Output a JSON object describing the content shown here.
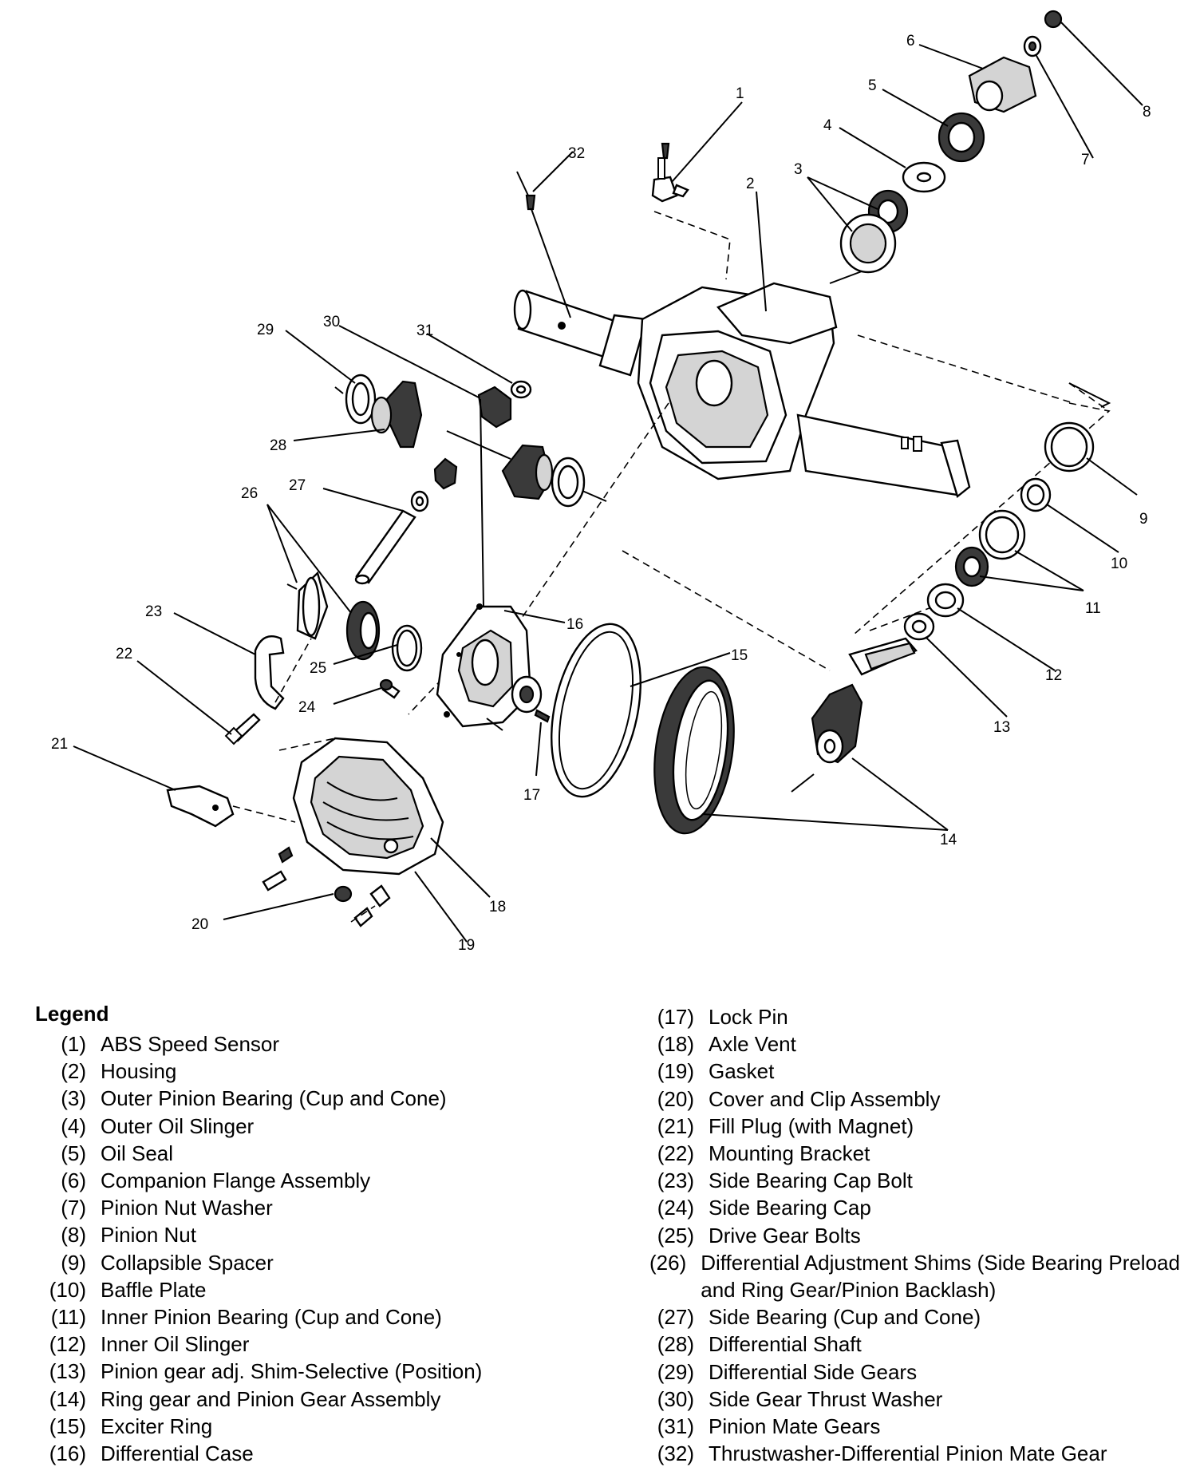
{
  "callouts": [
    "1",
    "2",
    "3",
    "4",
    "5",
    "6",
    "7",
    "8",
    "9",
    "10",
    "11",
    "12",
    "13",
    "14",
    "15",
    "16",
    "17",
    "18",
    "19",
    "20",
    "21",
    "22",
    "23",
    "24",
    "25",
    "26",
    "27",
    "28",
    "29",
    "30",
    "31",
    "32"
  ],
  "legend": {
    "title": "Legend",
    "items": [
      {
        "num": "(1)",
        "label": "ABS Speed Sensor"
      },
      {
        "num": "(2)",
        "label": "Housing"
      },
      {
        "num": "(3)",
        "label": "Outer Pinion Bearing (Cup and Cone)"
      },
      {
        "num": "(4)",
        "label": "Outer Oil Slinger"
      },
      {
        "num": "(5)",
        "label": "Oil Seal"
      },
      {
        "num": "(6)",
        "label": "Companion Flange Assembly"
      },
      {
        "num": "(7)",
        "label": "Pinion Nut Washer"
      },
      {
        "num": "(8)",
        "label": "Pinion Nut"
      },
      {
        "num": "(9)",
        "label": "Collapsible Spacer"
      },
      {
        "num": "(10)",
        "label": "Baffle Plate"
      },
      {
        "num": "(11)",
        "label": "Inner Pinion Bearing (Cup and Cone)"
      },
      {
        "num": "(12)",
        "label": "Inner Oil Slinger"
      },
      {
        "num": "(13)",
        "label": "Pinion gear adj. Shim-Selective (Position)"
      },
      {
        "num": "(14)",
        "label": "Ring gear and Pinion Gear Assembly"
      },
      {
        "num": "(15)",
        "label": "Exciter Ring"
      },
      {
        "num": "(16)",
        "label": "Differential Case"
      },
      {
        "num": "(17)",
        "label": "Lock Pin"
      },
      {
        "num": "(18)",
        "label": "Axle Vent"
      },
      {
        "num": "(19)",
        "label": "Gasket"
      },
      {
        "num": "(20)",
        "label": "Cover and Clip Assembly"
      },
      {
        "num": "(21)",
        "label": "Fill Plug (with Magnet)"
      },
      {
        "num": "(22)",
        "label": "Mounting Bracket"
      },
      {
        "num": "(23)",
        "label": "Side Bearing Cap Bolt"
      },
      {
        "num": "(24)",
        "label": "Side Bearing Cap"
      },
      {
        "num": "(25)",
        "label": "Drive Gear Bolts"
      },
      {
        "num": "(26)",
        "label": "Differential Adjustment Shims (Side Bearing Preload and Ring Gear/Pinion Backlash)"
      },
      {
        "num": "(27)",
        "label": "Side Bearing (Cup and Cone)"
      },
      {
        "num": "(28)",
        "label": "Differential Shaft"
      },
      {
        "num": "(29)",
        "label": "Differential Side Gears"
      },
      {
        "num": "(30)",
        "label": "Side Gear Thrust Washer"
      },
      {
        "num": "(31)",
        "label": "Pinion Mate Gears"
      },
      {
        "num": "(32)",
        "label": "Thrustwasher-Differential Pinion Mate Gear"
      }
    ]
  }
}
